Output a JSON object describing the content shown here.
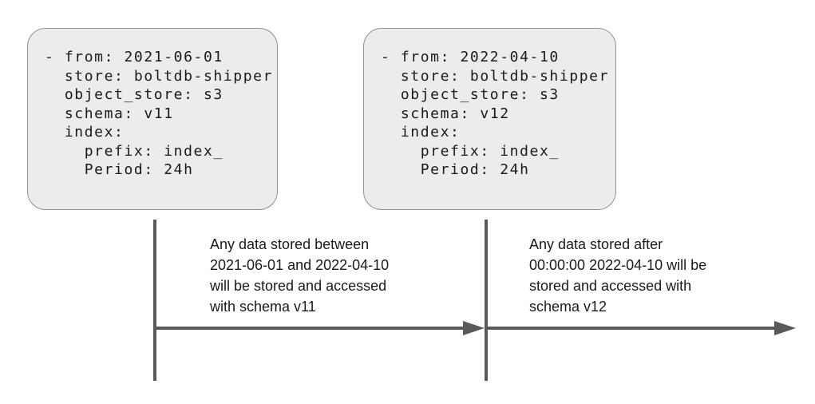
{
  "boxes": [
    {
      "name": "schema-config-v11",
      "code": "- from: 2021-06-01\n  store: boltdb-shipper\n  object_store: s3\n  schema: v11\n  index:\n    prefix: index_\n    Period: 24h"
    },
    {
      "name": "schema-config-v12",
      "code": "- from: 2022-04-10\n  store: boltdb-shipper\n  object_store: s3\n  schema: v12\n  index:\n    prefix: index_\n    Period: 24h"
    }
  ],
  "timeline": {
    "ticks": [
      {
        "name": "tick-2021-06-01"
      },
      {
        "name": "tick-2022-04-10"
      }
    ],
    "arrows": [
      {
        "name": "arrow-v11-period"
      },
      {
        "name": "arrow-v12-period"
      }
    ]
  },
  "annotations": [
    {
      "name": "annotation-v11",
      "text": "Any data stored between\n2021-06-01 and 2022-04-10\nwill be stored and accessed\nwith schema v11"
    },
    {
      "name": "annotation-v12",
      "text": "Any data stored after\n00:00:00 2022-04-10 will be\nstored and accessed with\nschema v12"
    }
  ],
  "colors": {
    "background": "#ffffff",
    "box_fill": "#ececec",
    "box_border": "#949494",
    "line": "#595959",
    "text": "#1a1a1a"
  }
}
